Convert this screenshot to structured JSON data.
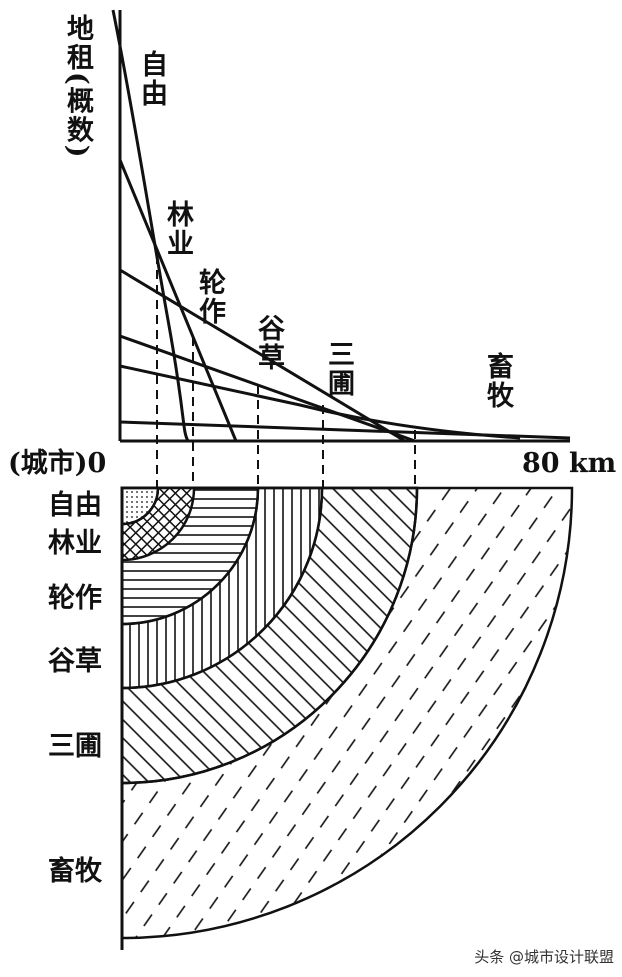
{
  "y_axis_label": "地租(概数)",
  "x_origin_label": "(城市)0",
  "x_end_label": "80 km",
  "curve_labels": [
    "自由",
    "林业",
    "轮作",
    "谷草",
    "三圃",
    "畜牧"
  ],
  "zone_labels": [
    "自由",
    "林业",
    "轮作",
    "谷草",
    "三圃",
    "畜牧"
  ],
  "watermark": "头条 @城市设计联盟"
}
